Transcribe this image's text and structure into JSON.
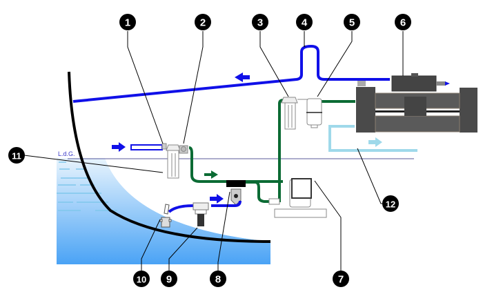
{
  "diagram": {
    "title": "Watermaker installation schematic",
    "waterline_label": "L.d.G.",
    "colors": {
      "seawater_feed": "#1010e8",
      "prefiltered_line": "#0b6b34",
      "product_water": "#9fd9ea",
      "hull": "#000000",
      "sea_top": "#e8f4fd",
      "sea_bottom": "#4aa3f5",
      "callout": "#000000",
      "waterline": "#5a5a9a"
    },
    "callouts": [
      {
        "id": "1",
        "label": "1",
        "component": "inlet-valve"
      },
      {
        "id": "2",
        "label": "2",
        "component": "three-way-valve"
      },
      {
        "id": "3",
        "label": "3",
        "component": "pre-filter"
      },
      {
        "id": "4",
        "label": "4",
        "component": "brine-loop"
      },
      {
        "id": "5",
        "label": "5",
        "component": "oil-water-separator"
      },
      {
        "id": "6",
        "label": "6",
        "component": "membrane-control-block"
      },
      {
        "id": "7",
        "label": "7",
        "component": "high-pressure-pump"
      },
      {
        "id": "8",
        "label": "8",
        "component": "booster-valve"
      },
      {
        "id": "9",
        "label": "9",
        "component": "strainer"
      },
      {
        "id": "10",
        "label": "10",
        "component": "seacock-thru-hull"
      },
      {
        "id": "11",
        "label": "11",
        "component": "flush-filter"
      },
      {
        "id": "12",
        "label": "12",
        "component": "product-outlet"
      }
    ],
    "flow_arrows": [
      {
        "name": "brine-discharge",
        "direction": "left"
      },
      {
        "name": "flush-inlet",
        "direction": "right"
      },
      {
        "name": "prefilter-flow",
        "direction": "right"
      },
      {
        "name": "seawater-intake",
        "direction": "right"
      },
      {
        "name": "product-out",
        "direction": "right"
      }
    ]
  }
}
